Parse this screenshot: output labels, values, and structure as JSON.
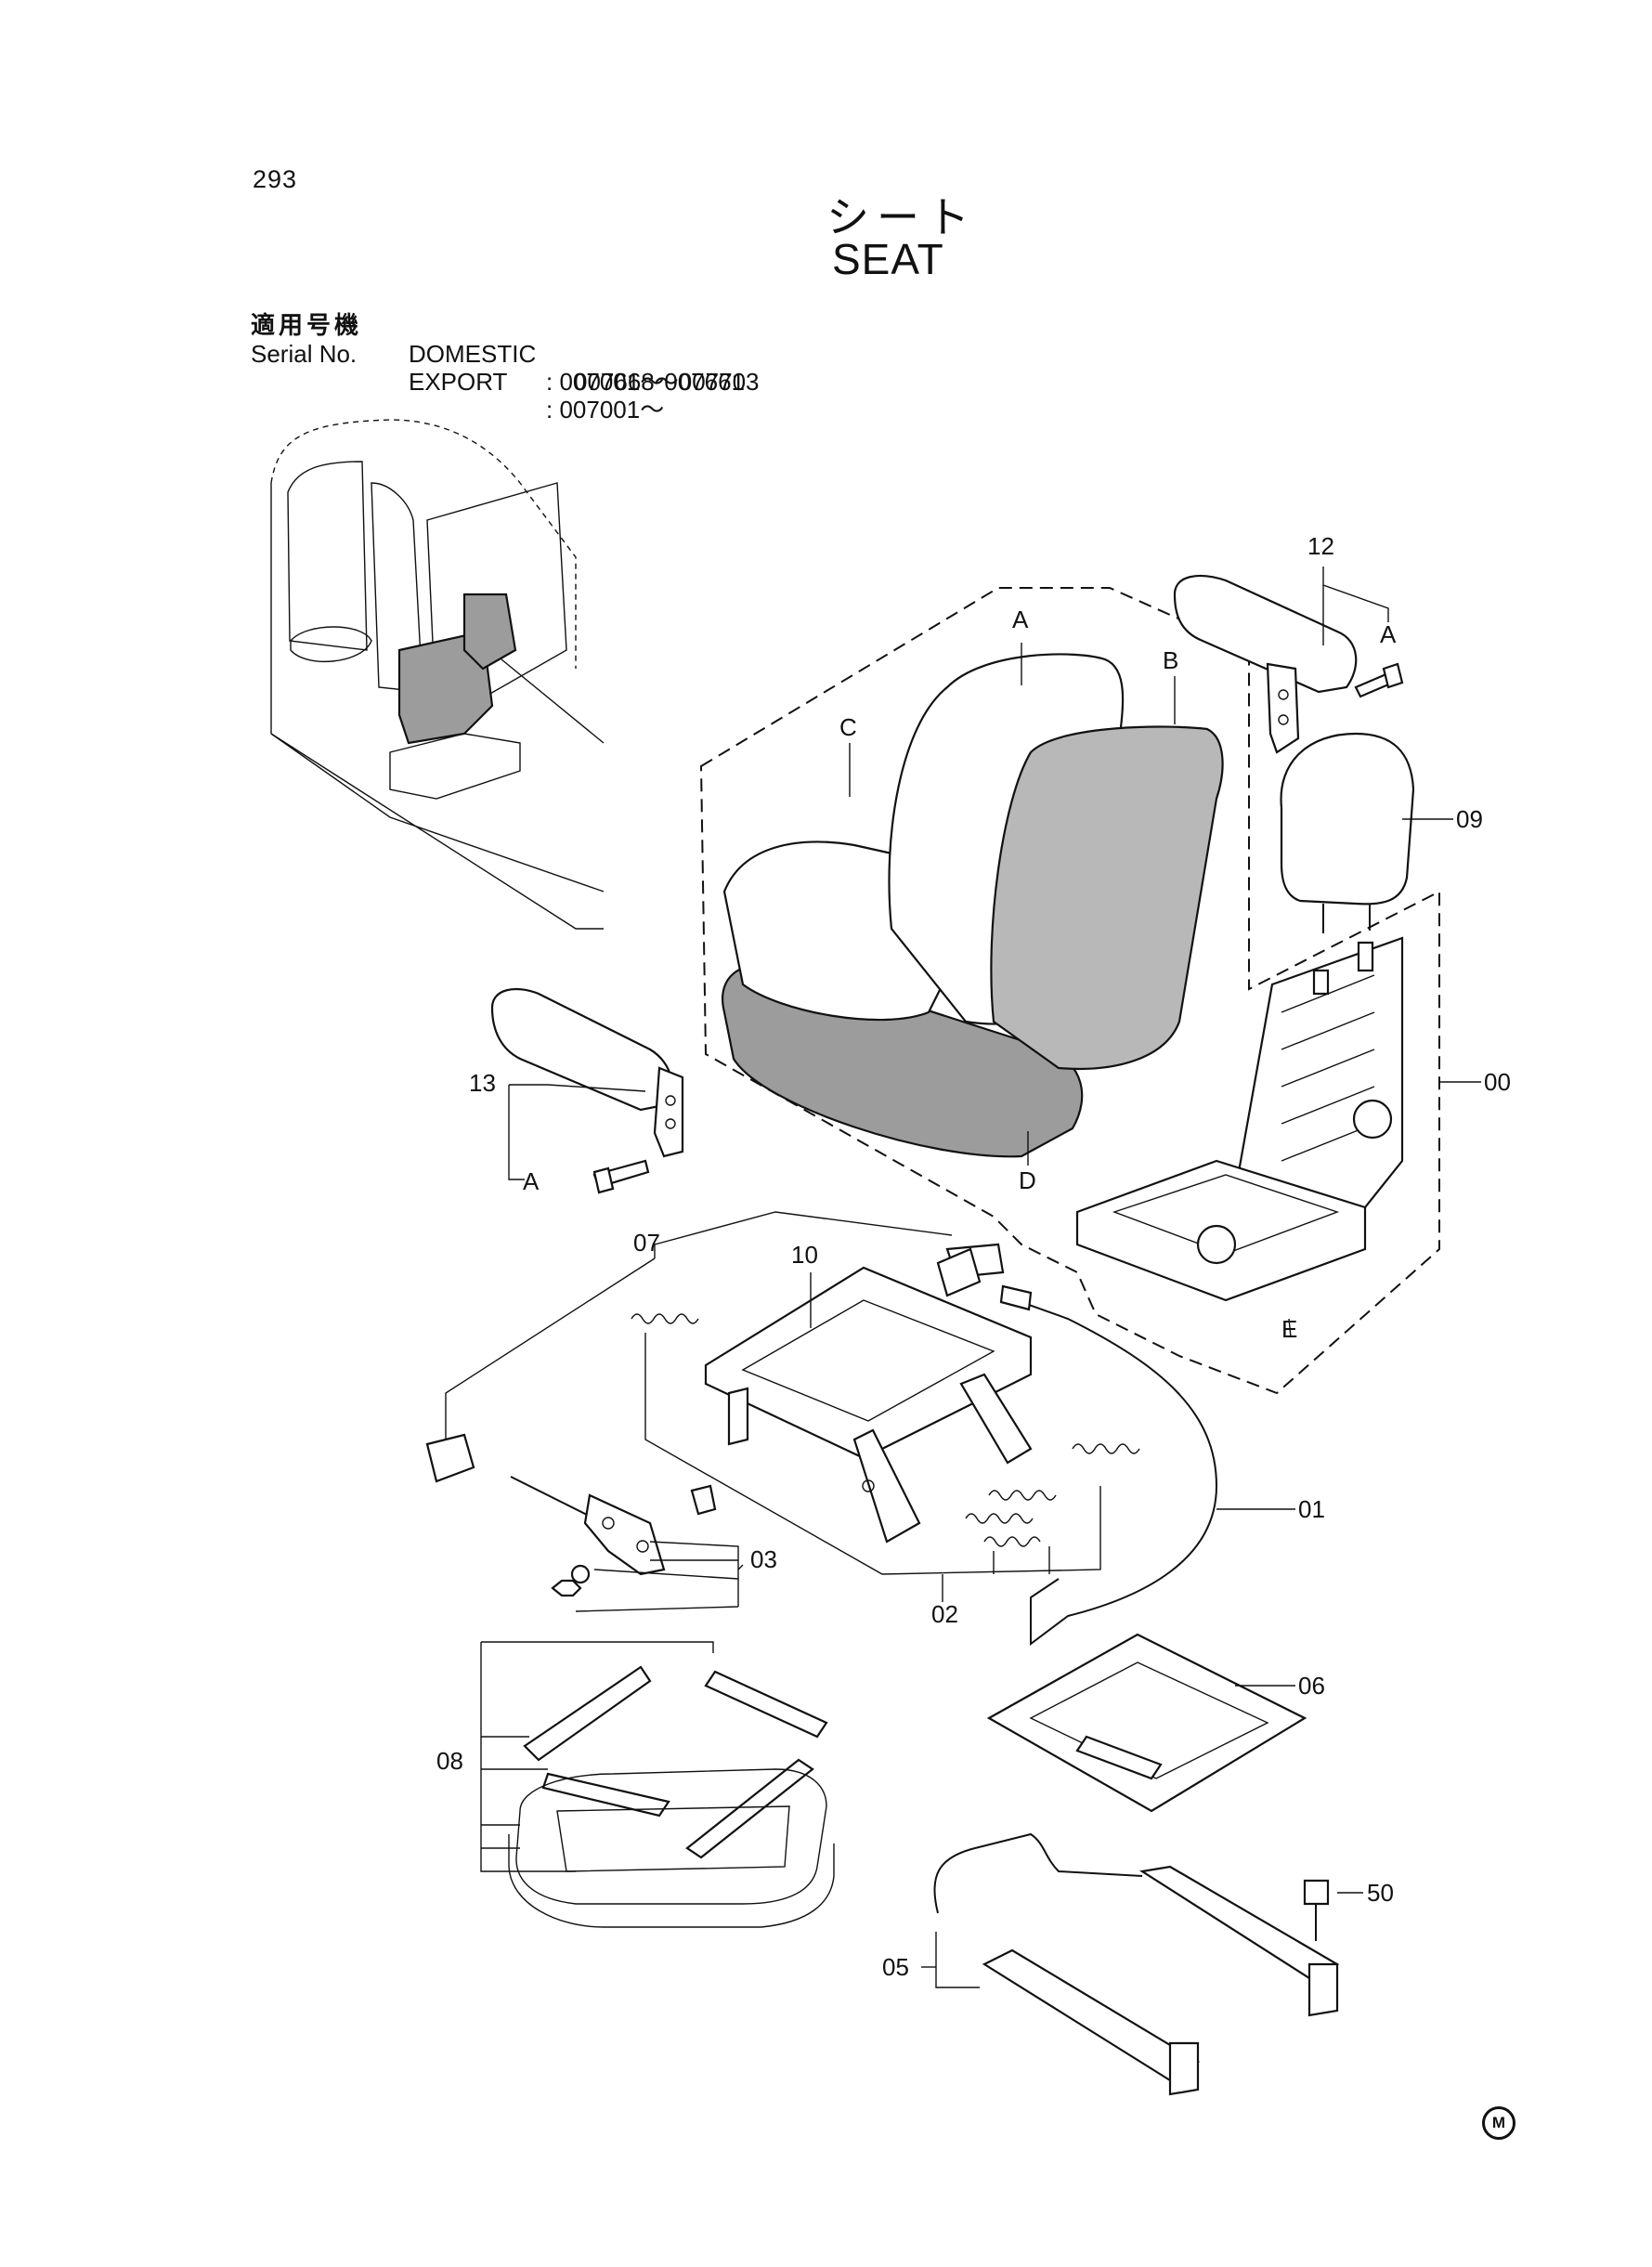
{
  "page_number": "293",
  "title_jp": "シート",
  "title_en": "SEAT",
  "serial": {
    "label_jp": "適用号機",
    "label_en": "Serial No.",
    "rows": [
      {
        "market": "DOMESTIC",
        "sep": ":",
        "range": "007001～007661"
      },
      {
        "market": "",
        "sep": "",
        "range": "007668～007703"
      },
      {
        "market": "EXPORT",
        "sep": ":",
        "range": "007001～"
      }
    ]
  },
  "callouts": {
    "p00": "00",
    "p01": "01",
    "p02": "02",
    "p03": "03",
    "p05": "05",
    "p06": "06",
    "p07": "07",
    "p08": "08",
    "p09": "09",
    "p10": "10",
    "p12": "12",
    "p13": "13",
    "p50": "50",
    "A1": "A",
    "A2": "A",
    "A3": "A",
    "B": "B",
    "C": "C",
    "D": "D",
    "E": "E"
  },
  "footer_mark": "M"
}
